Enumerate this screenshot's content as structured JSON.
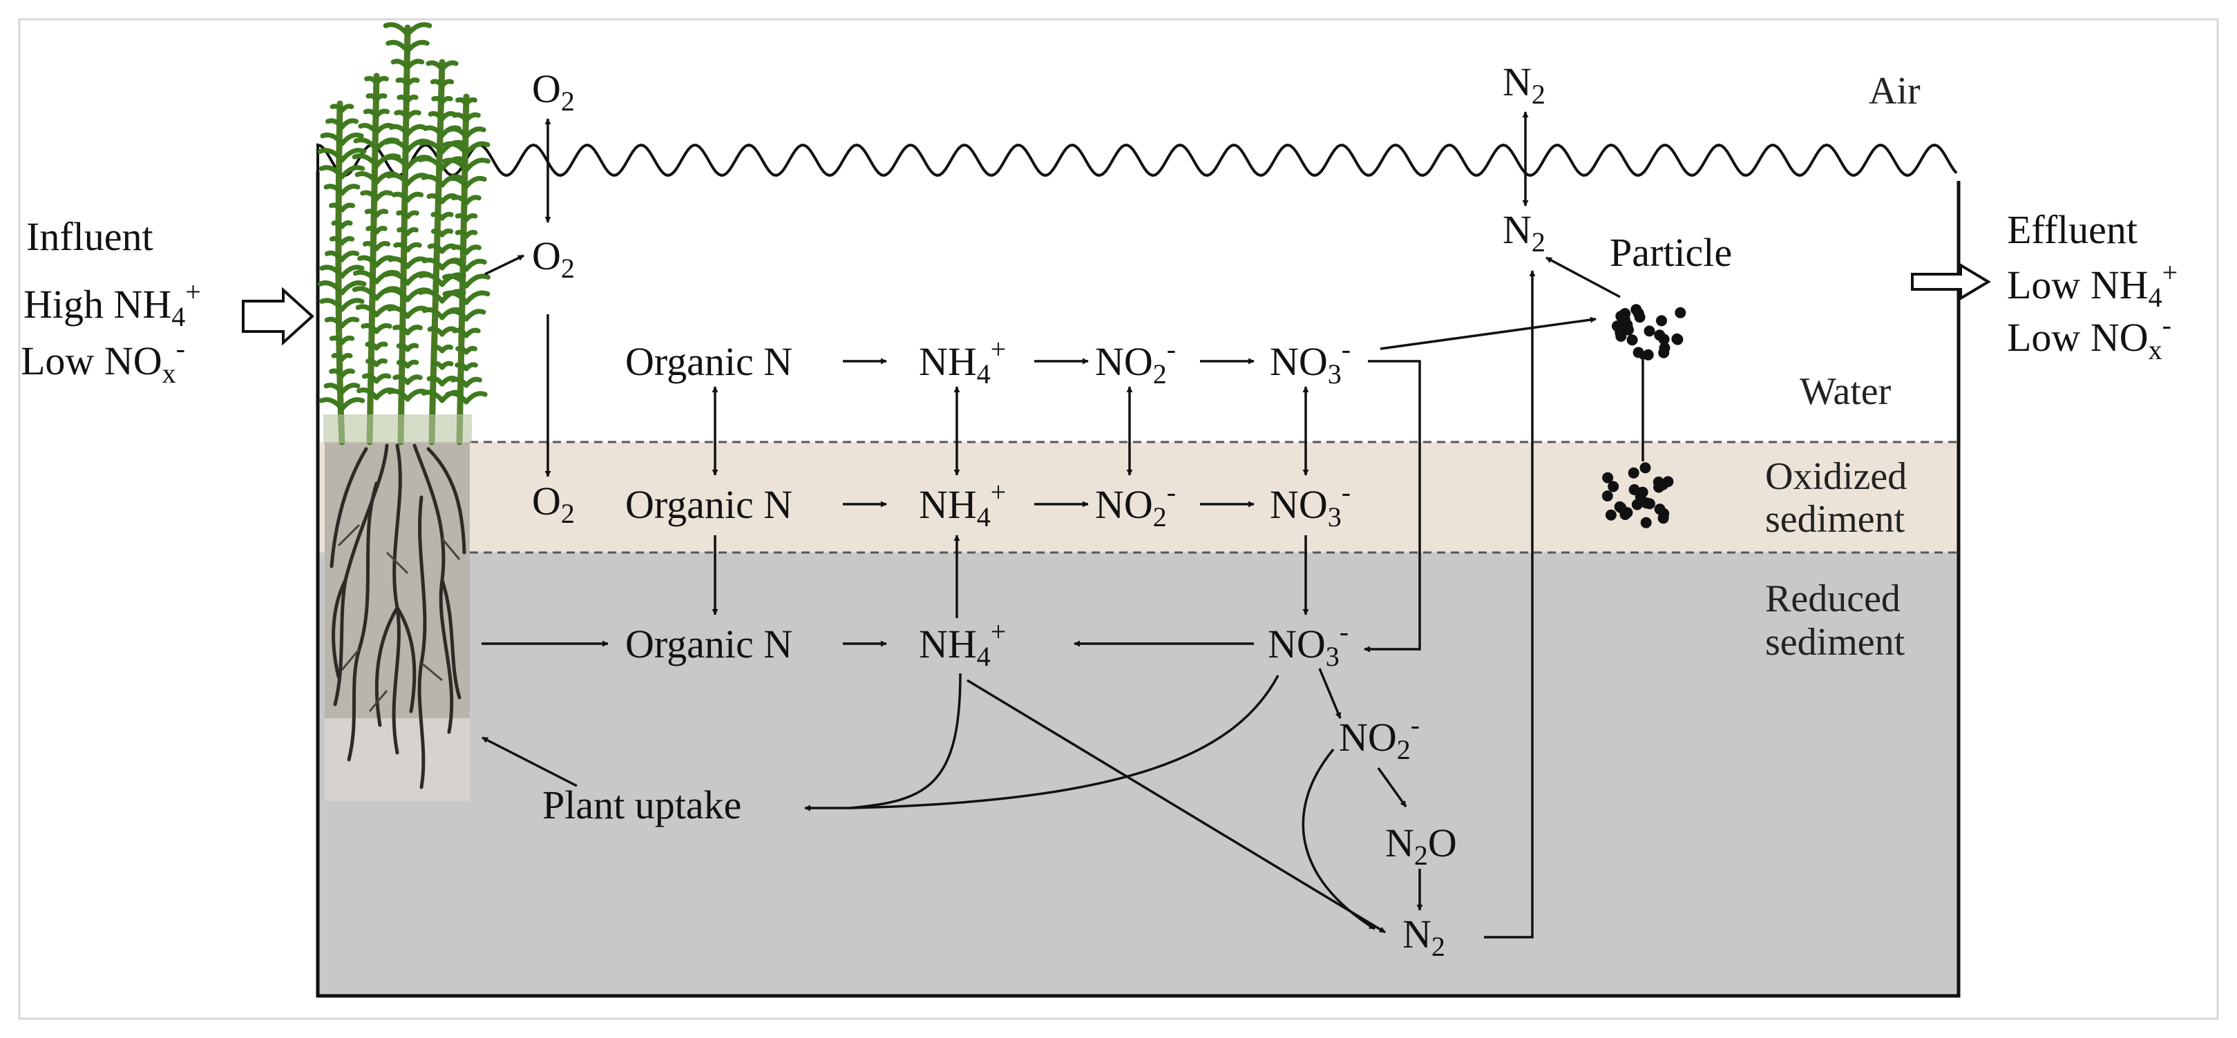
{
  "layers": {
    "air": "Air",
    "water": "Water",
    "oxidized": [
      "Oxidized",
      "sediment"
    ],
    "reduced": [
      "Reduced",
      "sediment"
    ]
  },
  "influent": {
    "title": "Influent",
    "line1": {
      "pre": "High NH",
      "sub": "4",
      "sup": "+"
    },
    "line2": {
      "pre": "Low NO",
      "sub": "x",
      "sup": "-"
    }
  },
  "effluent": {
    "title": "Effluent",
    "line1": {
      "pre": "Low NH",
      "sub": "4",
      "sup": "+"
    },
    "line2": {
      "pre": "Low NO",
      "sub": "x",
      "sup": "-"
    }
  },
  "species": {
    "o2": {
      "pre": "O",
      "sub": "2",
      "sup": ""
    },
    "n2": {
      "pre": "N",
      "sub": "2",
      "sup": ""
    },
    "nh4": {
      "pre": "NH",
      "sub": "4",
      "sup": "+"
    },
    "no2": {
      "pre": "NO",
      "sub": "2",
      "sup": "-"
    },
    "no3": {
      "pre": "NO",
      "sub": "3",
      "sup": "-"
    },
    "n2o": {
      "pre": "N",
      "sub": "2",
      "sup": "O"
    },
    "organic_n": "Organic N"
  },
  "labels": {
    "particle": "Particle",
    "plant_uptake": "Plant uptake"
  },
  "colors": {
    "water": "#ffffff",
    "oxidized_sediment": "#ece3d8",
    "reduced_sediment": "#c8c8c8",
    "line": "#111111",
    "plant_green": "#3f7a1e",
    "root_dark": "#2e2a26"
  }
}
